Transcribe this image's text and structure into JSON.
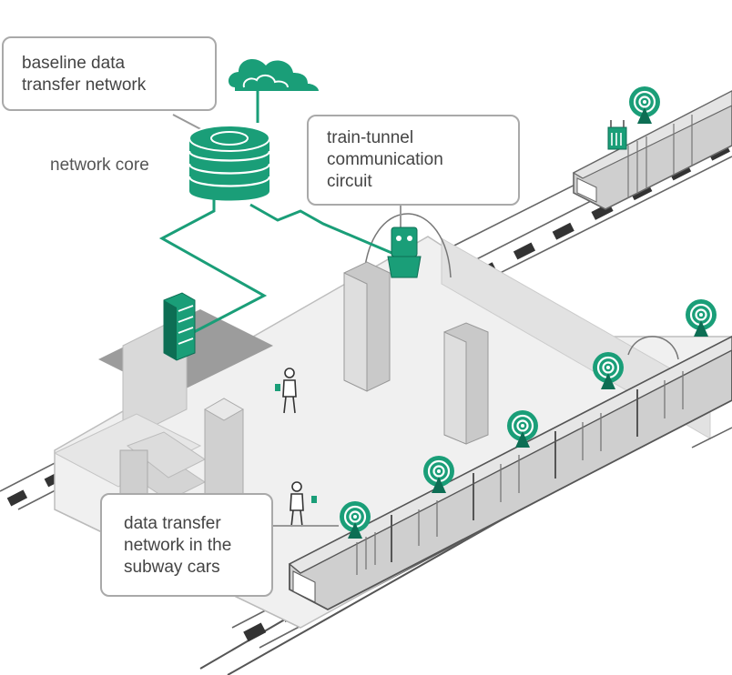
{
  "labels": {
    "baseline": [
      "baseline data",
      "transfer network"
    ],
    "network_core": "network core",
    "tunnel_circuit": [
      "train-tunnel",
      "communication",
      "circuit"
    ],
    "subway_network": [
      "data transfer",
      "network in the",
      "subway cars"
    ]
  },
  "colors": {
    "accent": "#1a9e78",
    "accent_dark": "#0d6e54",
    "stroke": "#555555",
    "platform": "#f0f0f0",
    "rail": "#3a3a3a"
  },
  "icons": [
    "cloud-icon",
    "database-icon",
    "server-rack-icon",
    "router-icon",
    "antenna-icon",
    "passenger-icon"
  ]
}
